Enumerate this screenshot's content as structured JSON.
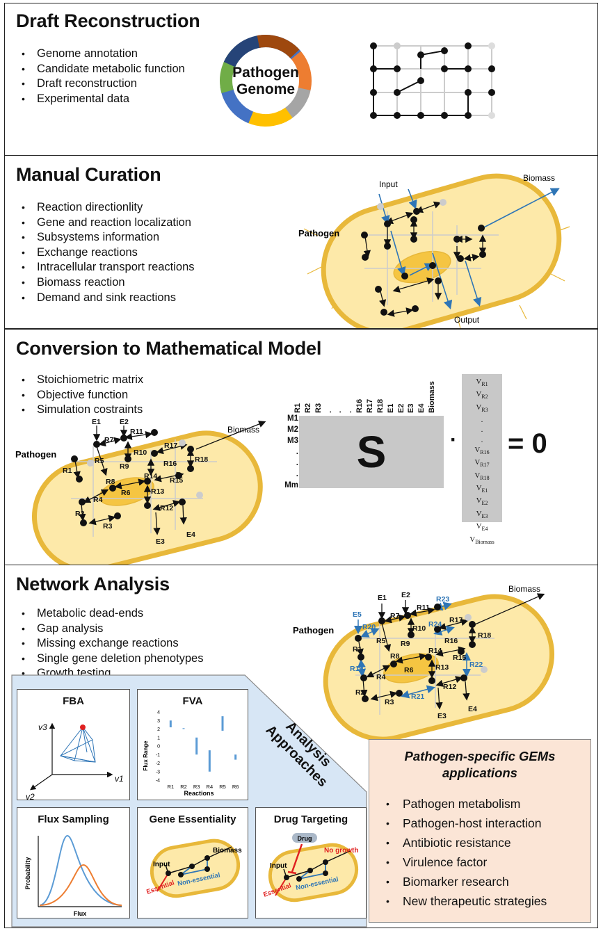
{
  "colors": {
    "arrow_blue": "#2e75b6",
    "cell_fill": "#fde9a9",
    "cell_border": "#e8b83a",
    "nucleus": "#f5c542",
    "app_bg": "#fbe5d6",
    "analysis_bg": "#d7e6f5",
    "essential": "#e02020"
  },
  "panel1": {
    "title": "Draft Reconstruction",
    "bullets": [
      "Genome annotation",
      "Candidate metabolic function",
      "Draft reconstruction",
      "Experimental data"
    ],
    "genome_line1": "Pathogen",
    "genome_line2": "Genome"
  },
  "panel2": {
    "title": "Manual Curation",
    "bullets": [
      "Reaction directionlity",
      "Gene and reaction localization",
      "Subsystems information",
      "Exchange reactions",
      "Intracellular transport reactions",
      "Biomass reaction",
      "Demand and sink reactions"
    ],
    "cell_label": "Pathogen",
    "input_label": "Input",
    "output_label": "Output",
    "biomass_label": "Biomass"
  },
  "panel3": {
    "title": "Conversion to Mathematical Model",
    "bullets": [
      "Stoichiometric matrix",
      "Objective function",
      "Simulation costraints"
    ],
    "cell_label": "Pathogen",
    "biomass_label": "Biomass",
    "reactions": [
      "E1",
      "E2",
      "R7",
      "R11",
      "R1",
      "R5",
      "R10",
      "R17",
      "R9",
      "R16",
      "R18",
      "R8",
      "R14",
      "R6",
      "R15",
      "R4",
      "R13",
      "R2",
      "R12",
      "R3",
      "E3",
      "E4"
    ],
    "columns": [
      "R1",
      "R2",
      "R3",
      ".",
      ".",
      ".",
      "R16",
      "R17",
      "R18",
      "E1",
      "E2",
      "E3",
      "E4",
      "Biomass"
    ],
    "rows": [
      "M1",
      "M2",
      "M3",
      ".",
      ".",
      ".",
      "Mm"
    ],
    "matrix_symbol": "S",
    "dot_op": "·",
    "flux_vector": [
      {
        "v": "V",
        "s": "R1"
      },
      {
        "v": "V",
        "s": "R2"
      },
      {
        "v": "V",
        "s": "R3"
      },
      {
        "v": ".",
        "s": ""
      },
      {
        "v": ".",
        "s": ""
      },
      {
        "v": ".",
        "s": ""
      },
      {
        "v": "V",
        "s": "R16"
      },
      {
        "v": "V",
        "s": "R17"
      },
      {
        "v": "V",
        "s": "R18"
      },
      {
        "v": "V",
        "s": "E1"
      },
      {
        "v": "V",
        "s": "E2"
      },
      {
        "v": "V",
        "s": "E3"
      },
      {
        "v": "V",
        "s": "E4"
      },
      {
        "v": "V",
        "s": "Biomass"
      }
    ],
    "equals": "= 0"
  },
  "panel4": {
    "title": "Network Analysis",
    "bullets": [
      "Metabolic dead-ends",
      "Gap analysis",
      "Missing exchange reactions",
      "Single gene deletion phenotypes",
      "Growth testing"
    ],
    "cell_label": "Pathogen",
    "biomass_label": "Biomass",
    "blue_reactions": [
      "E5",
      "R20",
      "R23",
      "R24",
      "R19",
      "R22",
      "R21"
    ],
    "analysis_label_line1": "Analysis",
    "analysis_label_line2": "Approaches",
    "fba": {
      "title": "FBA",
      "v3": "v3",
      "v2": "v2",
      "v1": "v1"
    },
    "fva": {
      "title": "FVA",
      "ylabel": "Flux Range",
      "xlabel": "Reactions",
      "yticks": [
        "4",
        "3",
        "2",
        "1",
        "0",
        "-1",
        "-2",
        "-3",
        "-4"
      ],
      "categories": [
        "R1",
        "R2",
        "R3",
        "R4",
        "R5",
        "R6"
      ],
      "ranges": [
        [
          2.2,
          3.0
        ],
        [
          2.0,
          2.1
        ],
        [
          -1.0,
          1.0
        ],
        [
          -3.0,
          -0.5
        ],
        [
          1.8,
          3.5
        ],
        [
          -1.6,
          -1.0
        ]
      ]
    },
    "flux_sampling": {
      "title": "Flux Sampling",
      "ylabel": "Probability",
      "xlabel": "Flux"
    },
    "gene_essentiality": {
      "title": "Gene Essentiality",
      "input": "Input",
      "biomass": "Biomass",
      "essential": "Essential",
      "non_essential": "Non-essential"
    },
    "drug_targeting": {
      "title": "Drug Targeting",
      "drug": "Drug",
      "input": "Input",
      "no_growth": "No growth",
      "essential": "Essential",
      "non_essential": "Non-essential"
    },
    "applications": {
      "title_line1": "Pathogen-specific GEMs",
      "title_line2": "applications",
      "bullets": [
        "Pathogen metabolism",
        "Pathogen-host interaction",
        "Antibiotic resistance",
        "Virulence factor",
        "Biomarker research",
        "New therapeutic strategies"
      ]
    }
  }
}
